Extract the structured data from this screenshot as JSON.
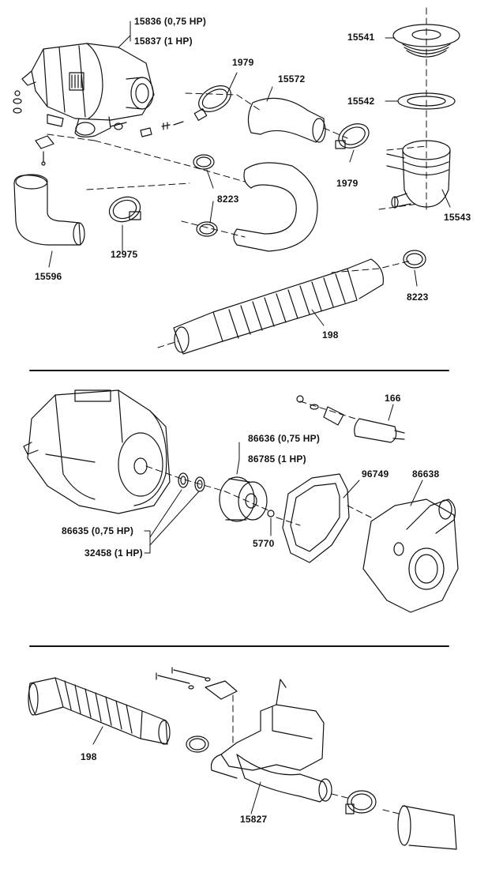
{
  "labels": {
    "p15836": "15836 (0,75 HP)",
    "p15837": "15837 (1 HP)",
    "p1979a": "1979",
    "p15572": "15572",
    "p15541": "15541",
    "p15542": "15542",
    "p1979b": "1979",
    "p15543": "15543",
    "p8223a": "8223",
    "p12975": "12975",
    "p15596": "15596",
    "p8223b": "8223",
    "p198a": "198",
    "p166": "166",
    "p86636": "86636 (0,75 HP)",
    "p86785": "86785 (1 HP)",
    "p96749": "96749",
    "p86638": "86638",
    "p86635": "86635 (0,75 HP)",
    "p32458": "32458 (1 HP)",
    "p5770": "5770",
    "p198b": "198",
    "p15827": "15827"
  }
}
